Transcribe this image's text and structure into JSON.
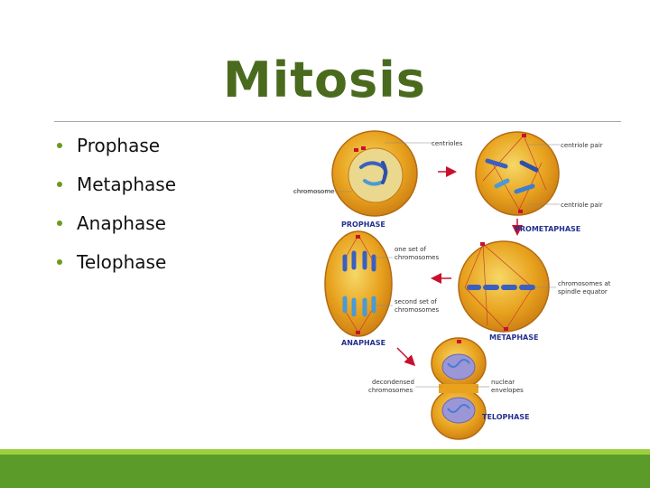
{
  "slide": {
    "title": "Mitosis",
    "bullets": [
      "Prophase",
      "Metaphase",
      "Anaphase",
      "Telophase"
    ]
  },
  "diagram": {
    "stages": {
      "prophase": "PROPHASE",
      "prometaphase": "PROMETAPHASE",
      "metaphase": "METAPHASE",
      "anaphase": "ANAPHASE",
      "telophase": "TELOPHASE"
    },
    "labels": {
      "centrioles": "centrioles",
      "chromosome": "chromosome",
      "centriole_pair_top": "centriole pair",
      "centriole_pair_bottom": "centriole pair",
      "one_set_line1": "one set of",
      "one_set_line2": "chromosomes",
      "chromosomes_at_line1": "chromosomes at",
      "chromosomes_at_line2": "spindle equator",
      "second_set_line1": "second set of",
      "second_set_line2": "chromosomes",
      "decondensed_line1": "decondensed",
      "decondensed_line2": "chromosomes",
      "nuclear_line1": "nuclear",
      "nuclear_line2": "envelopes"
    }
  },
  "colors": {
    "title": "#4a6b1e",
    "bullet_dot": "#6a9a1e",
    "footer_bar": "#5b9b2a",
    "footer_stripe": "#9ccf3e",
    "cell_fill": "#e8a21e",
    "stage_label": "#25318f",
    "arrow": "#c8102e"
  },
  "icons": {
    "bullet": "bullet-dot-icon",
    "arrow": "red-arrow-icon"
  }
}
